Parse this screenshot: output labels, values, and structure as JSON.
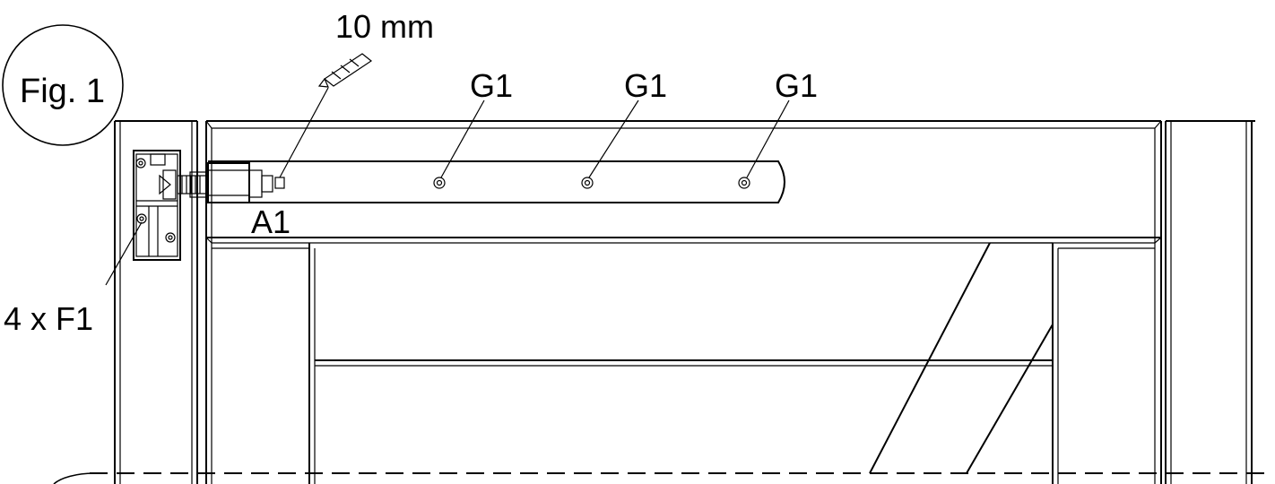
{
  "figure": {
    "fig_label": "Fig. 1"
  },
  "callouts": {
    "drill_size": "10 mm",
    "anchor": "A1",
    "screw_1": "G1",
    "screw_2": "G1",
    "screw_3": "G1",
    "fixings": "4 x F1"
  }
}
